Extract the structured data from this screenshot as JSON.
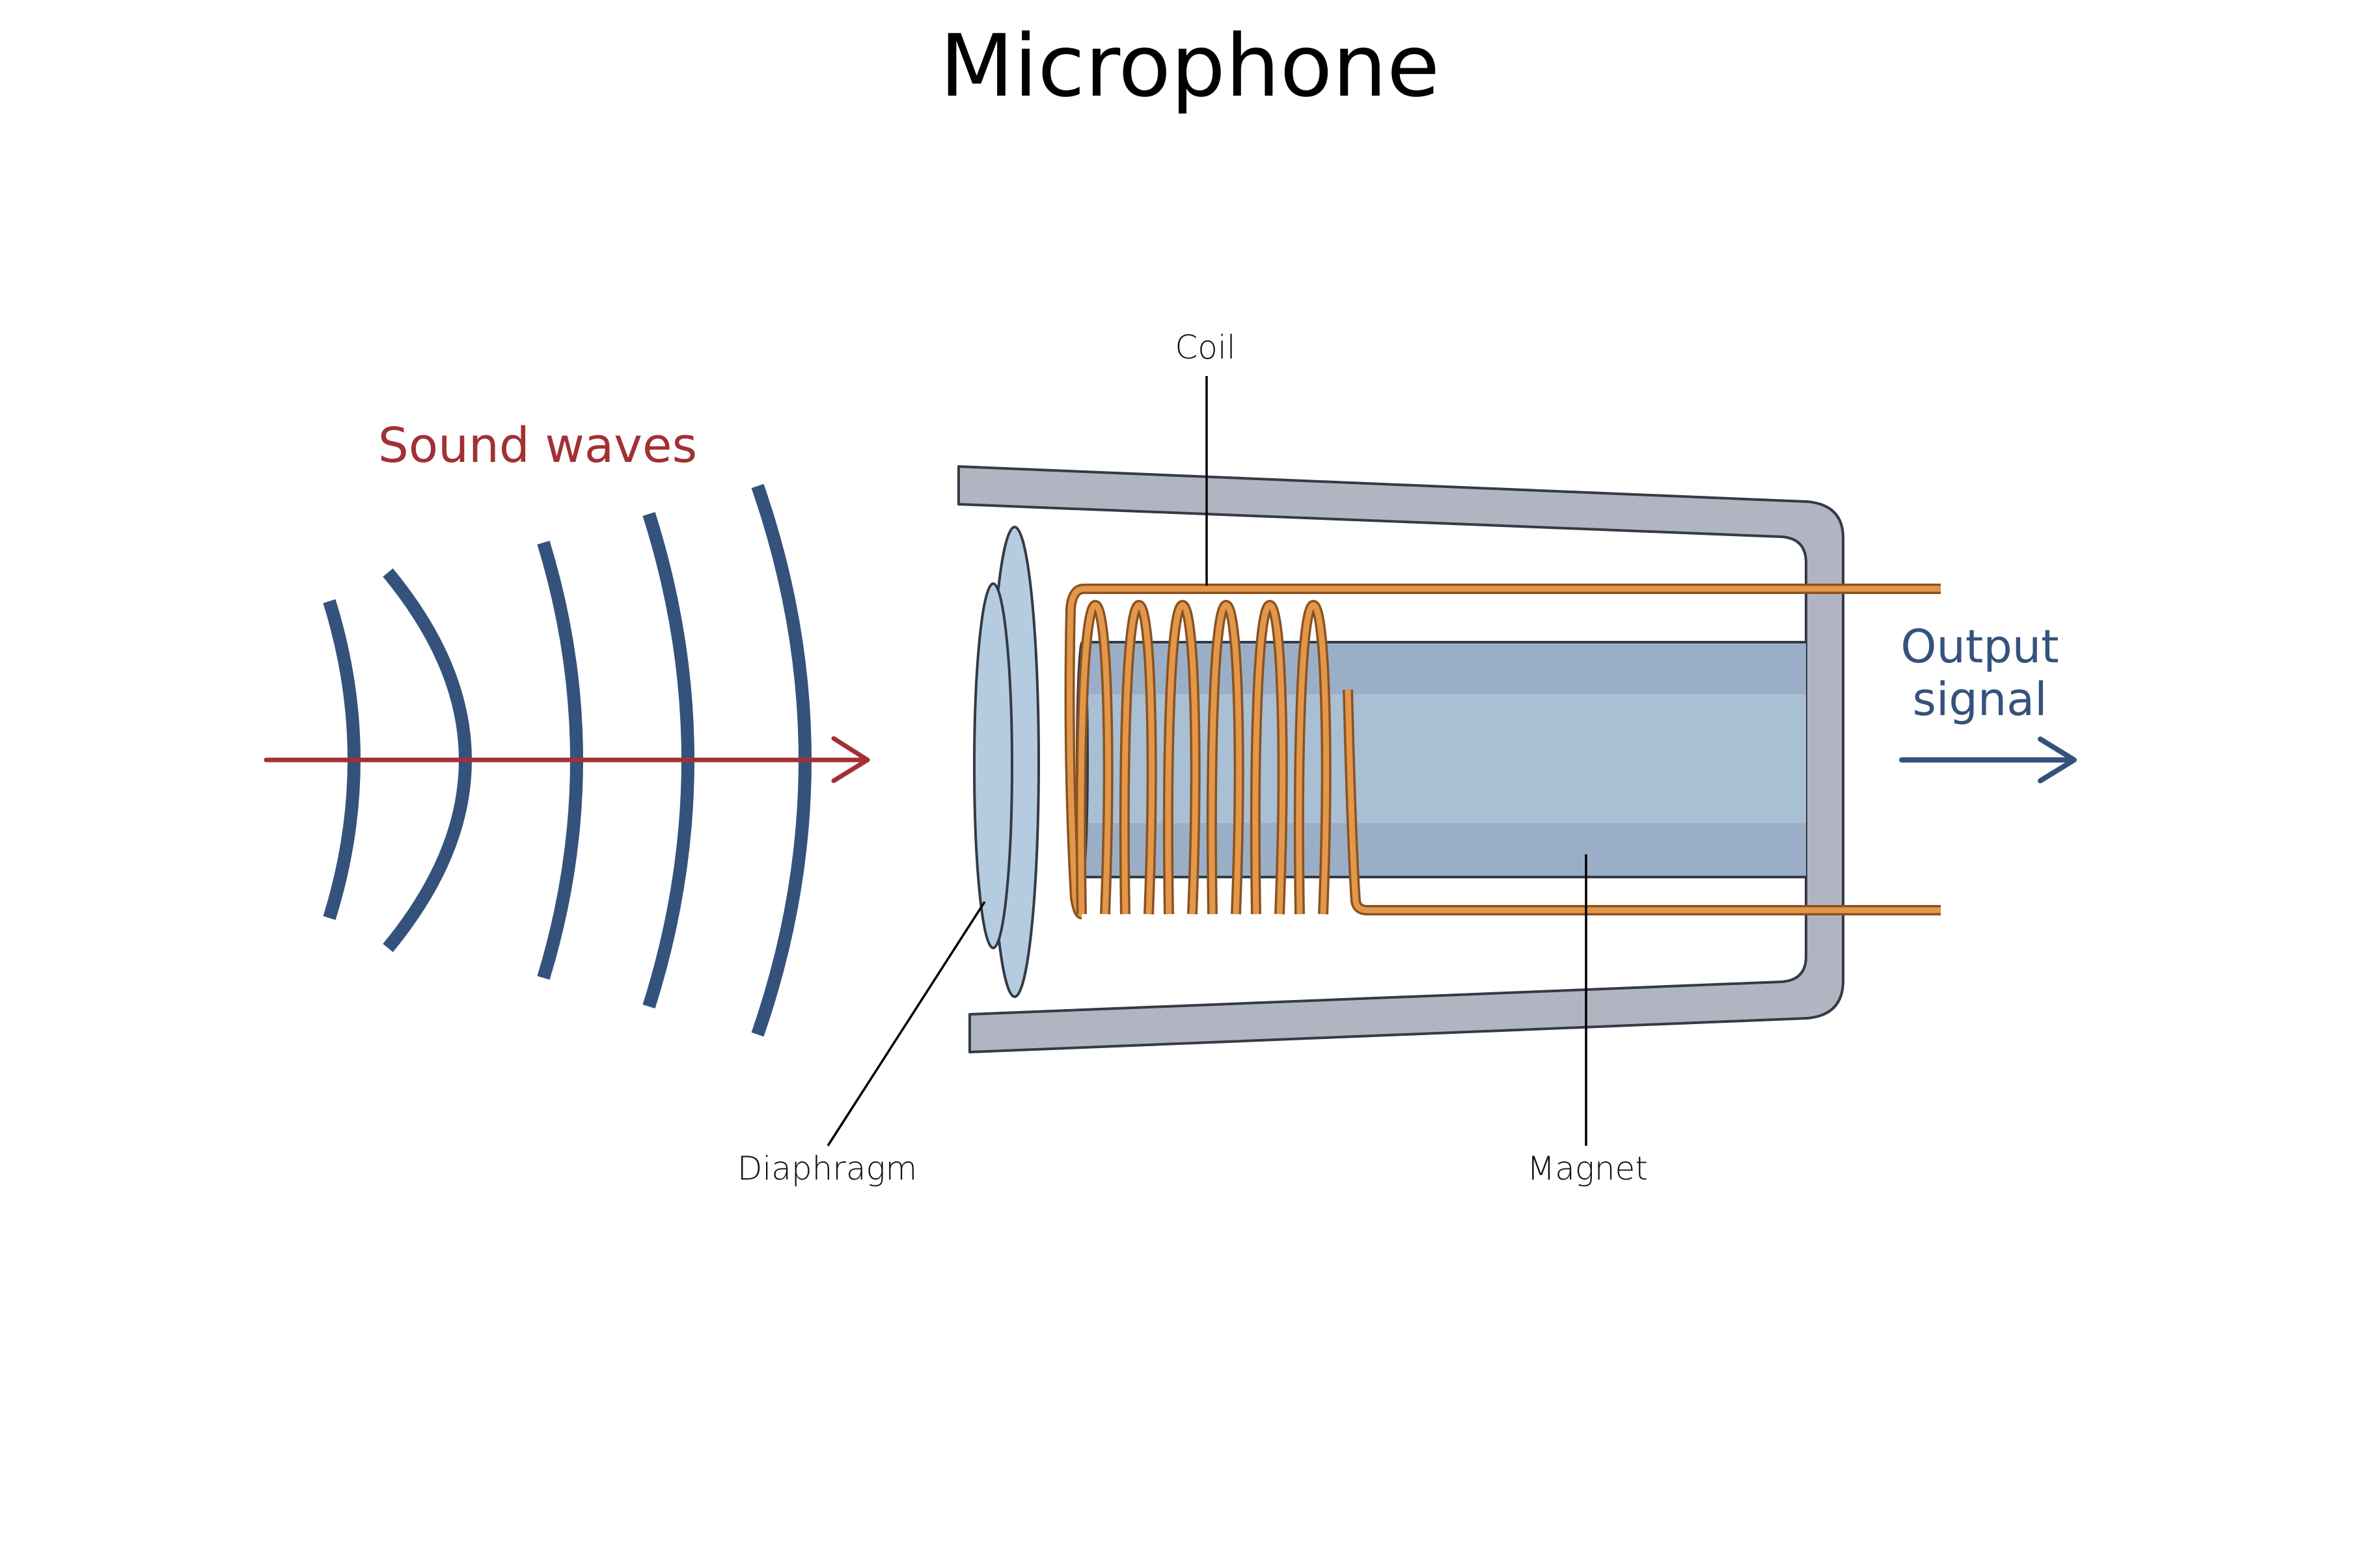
{
  "title": "Microphone",
  "labels": {
    "sound_waves": "Sound waves",
    "output_signal_line1": "Output",
    "output_signal_line2": "signal",
    "coil": "Coil",
    "diaphragm": "Diaphragm",
    "magnet": "Magnet"
  },
  "components": [
    {
      "id": "sound-waves",
      "name": "Sound waves",
      "count": 5
    },
    {
      "id": "diaphragm",
      "name": "Diaphragm"
    },
    {
      "id": "coil",
      "name": "Coil",
      "turns": 6
    },
    {
      "id": "magnet",
      "name": "Magnet"
    },
    {
      "id": "housing",
      "name": "Housing"
    },
    {
      "id": "output-signal",
      "name": "Output signal"
    }
  ],
  "colors": {
    "sound_wave": "#34527c",
    "sound_arrow": "#a23034",
    "output_text": "#34527c",
    "housing_fill": "#b1b5c1",
    "outline": "#333b45",
    "diaphragm_fill": "#b5cce0",
    "coil_fill": "#e3974a",
    "coil_stroke": "#8a5220",
    "magnet_dark": "#9aafc7",
    "magnet_light": "#a9bfd4",
    "magnet_cap": "#7088a3"
  }
}
